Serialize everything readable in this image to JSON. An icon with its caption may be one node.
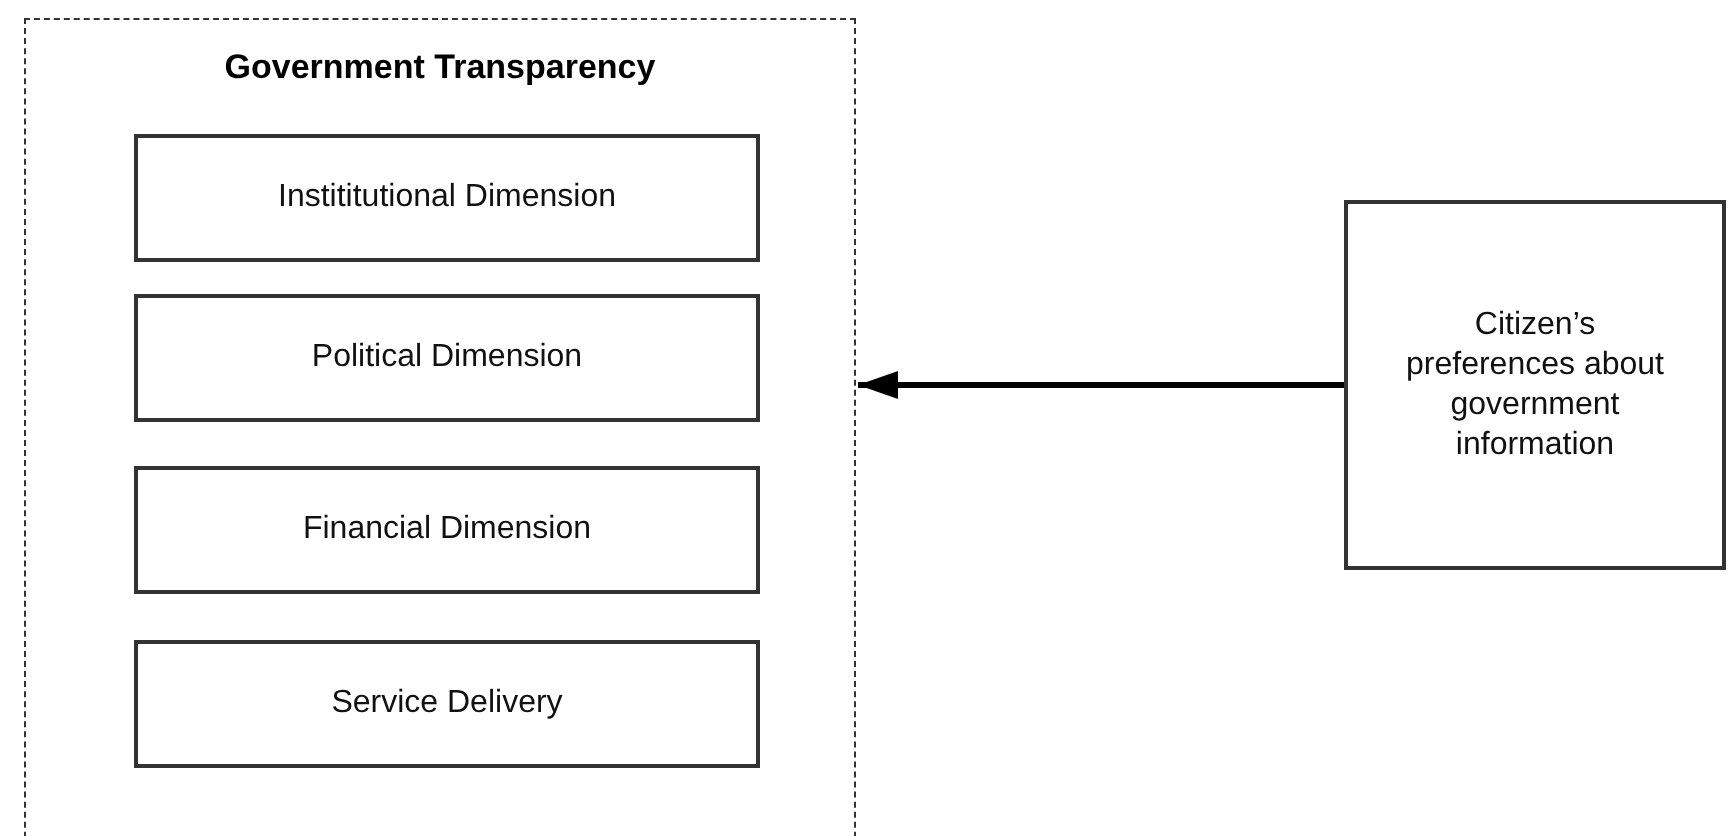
{
  "diagram": {
    "nodes": [
      {
        "text": [
          "Government Transparency"
        ]
      },
      {
        "text": [
          "Instititutional Dimension"
        ],
        "in": 0
      },
      {
        "text": [
          "Political Dimension"
        ],
        "in": 0
      },
      {
        "text": [
          "Financial Dimension"
        ],
        "in": 0
      },
      {
        "text": [
          "Service Delivery"
        ],
        "in": 0
      },
      {
        "text": [
          "Citizen’s preferences about government information"
        ]
      }
    ],
    "edges": [
      {
        "from": 5,
        "to": 0,
        "arrow": "to"
      }
    ]
  }
}
